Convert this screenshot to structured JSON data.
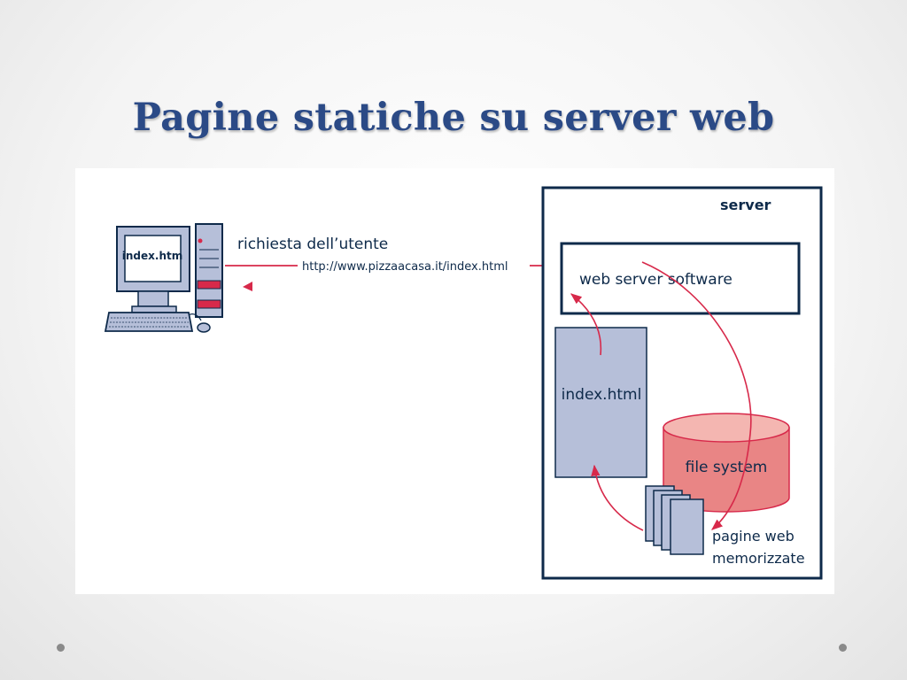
{
  "title": "Pagine statiche su server web",
  "colors": {
    "title": "#2b4a86",
    "navy": "#0e2a4a",
    "accent_red": "#d7294a",
    "panel_blue": "#b6bfd9",
    "db_fill": "#e98585",
    "db_top": "#f4b6b1"
  },
  "diagram": {
    "client": {
      "monitor_text": "index.htm",
      "request_label": "richiesta dell’utente",
      "url": "http://www.pizzaacasa.it/index.html"
    },
    "server": {
      "label": "server",
      "software_label": "web server software",
      "page_label": "index.html",
      "filesystem_label": "file system",
      "stored_pages_line1": "pagine web",
      "stored_pages_line2": "memorizzate"
    }
  },
  "nav": {
    "left_dot_icon": "bullet-dot-icon",
    "right_dot_icon": "bullet-dot-icon"
  }
}
